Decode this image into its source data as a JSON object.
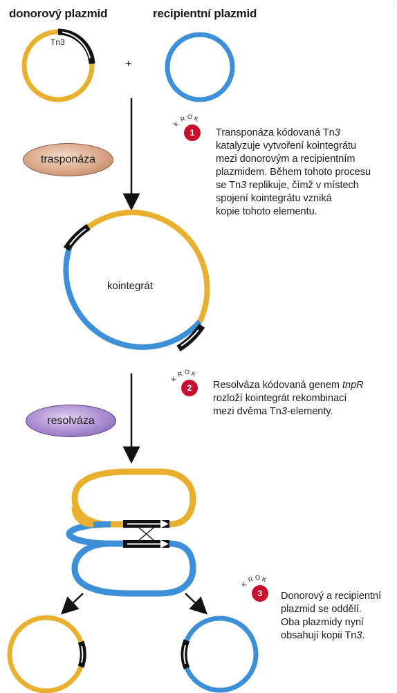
{
  "header": {
    "donor_title": "donorový plazmid",
    "recipient_title": "recipientní plazmid"
  },
  "plus_sign": "+",
  "tn3_label": "Tn3",
  "corner_mark": ":",
  "enzymes": {
    "transposase": "trasponáza",
    "resolvase": "resolváza"
  },
  "cointegrate_label": "kointegrát",
  "step_word": "KROK",
  "steps": [
    {
      "number": "1",
      "lines": [
        "Transponáza kódovaná Tn3",
        "katalyzuje vytvoření kointegrátu",
        "mezi donorovým a recipientním",
        "plazmidem. Během tohoto procesu",
        "se Tn3 replikuje, čímž v místech",
        "spojení kointegrátu vzniká",
        "kopie tohoto elementu."
      ]
    },
    {
      "number": "2",
      "lines": [
        "Resolváza kódovaná genem tnpR",
        "rozloží kointegrát rekombinací",
        "mezi dvěma Tn3-elementy."
      ]
    },
    {
      "number": "3",
      "lines": [
        "Donorový a recipientní",
        "plazmid se oddělí.",
        "Oba plazmidy nyní",
        "obsahují kopii Tn3."
      ]
    }
  ],
  "colors": {
    "donor": "#e8b02e",
    "recipient": "#3d8fd8",
    "step_badge": "#c8102e",
    "transposase": "#d9a788",
    "resolvase": "#a98bd1"
  }
}
